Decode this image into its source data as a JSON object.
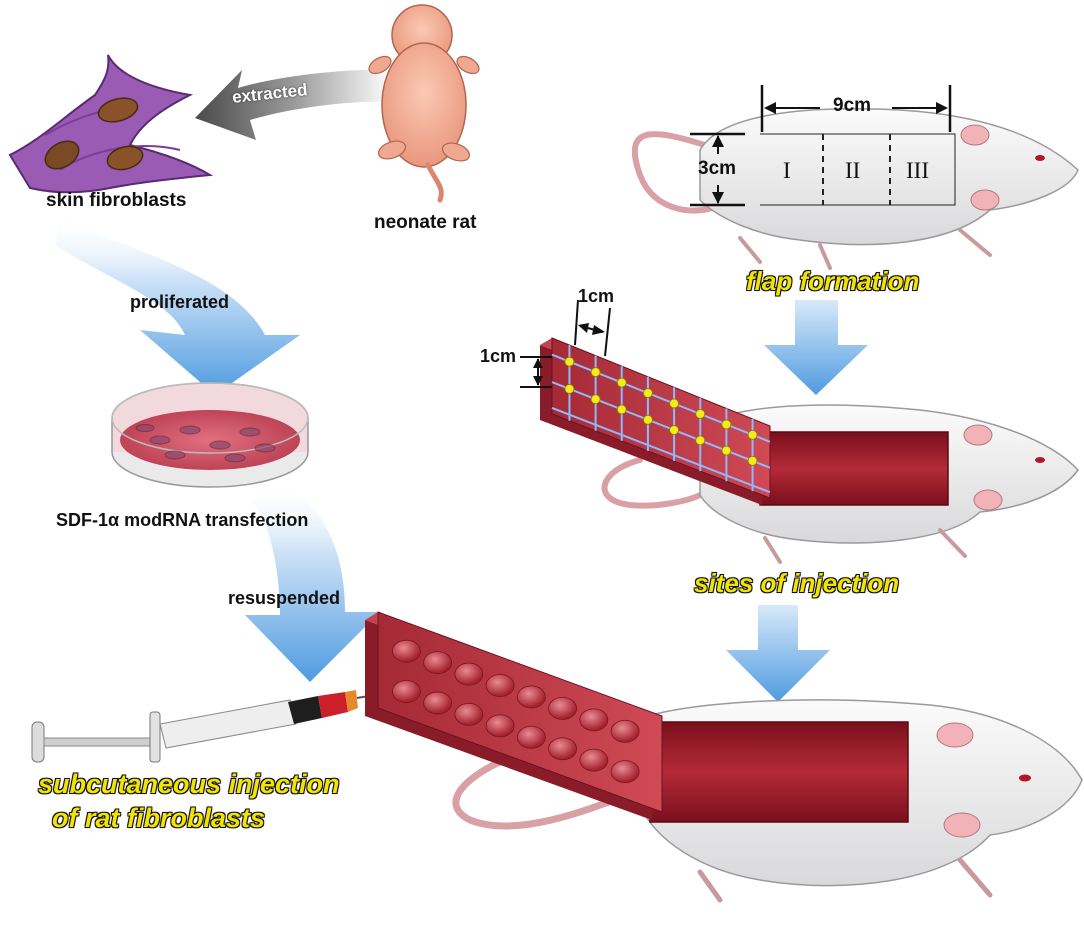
{
  "labels": {
    "extracted": "extracted",
    "skin_fibroblasts": "skin fibroblasts",
    "neonate_rat": "neonate rat",
    "proliferated": "proliferated",
    "transfection": "SDF-1α modRNA transfection",
    "resuspended": "resuspended",
    "injection_line1": "subcutaneous injection",
    "injection_line2": "of rat fibroblasts",
    "flap_formation": "flap formation",
    "sites_of_injection": "sites of injection"
  },
  "dimensions": {
    "length": "9cm",
    "width": "3cm",
    "grid_x": "1cm",
    "grid_y": "1cm"
  },
  "zones": [
    "I",
    "II",
    "III"
  ],
  "colors": {
    "caption_yellow": "#f2e400",
    "flow_arrow_blue": "#5aa6e6",
    "flap_red": "#b8323f",
    "fibroblast_purple": "#9a5bb5",
    "injection_site_yellow": "#f5ea1a",
    "grid_line_blue": "#8fb8ff"
  }
}
